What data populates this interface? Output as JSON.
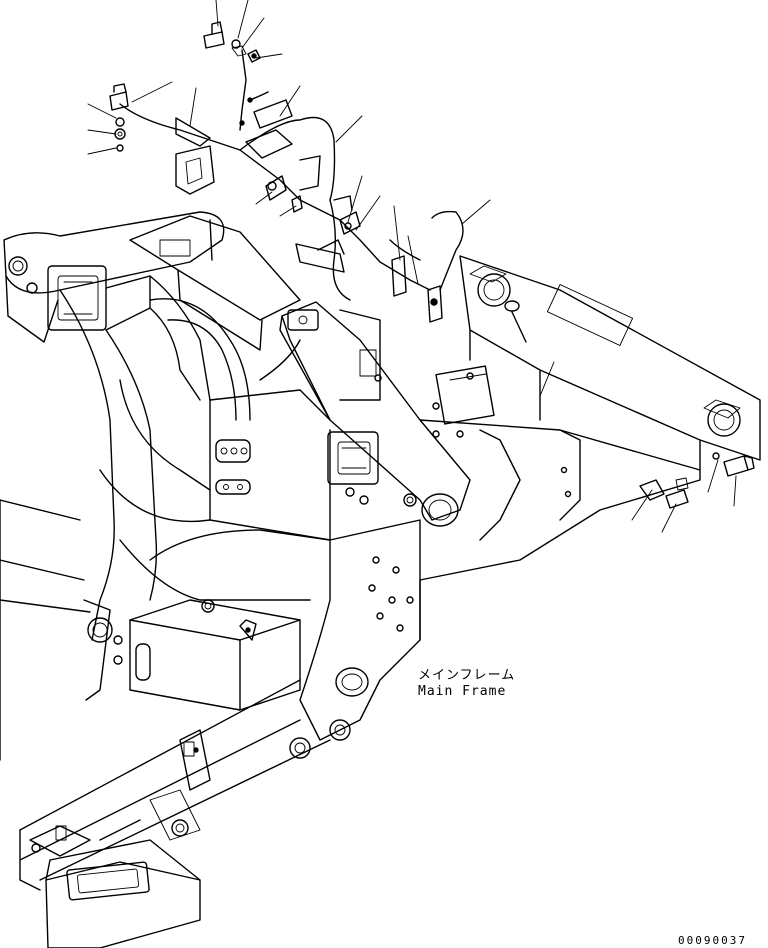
{
  "diagram": {
    "part_label_ja": "メインフレーム",
    "part_label_en": "Main Frame",
    "drawing_number": "00090037"
  }
}
